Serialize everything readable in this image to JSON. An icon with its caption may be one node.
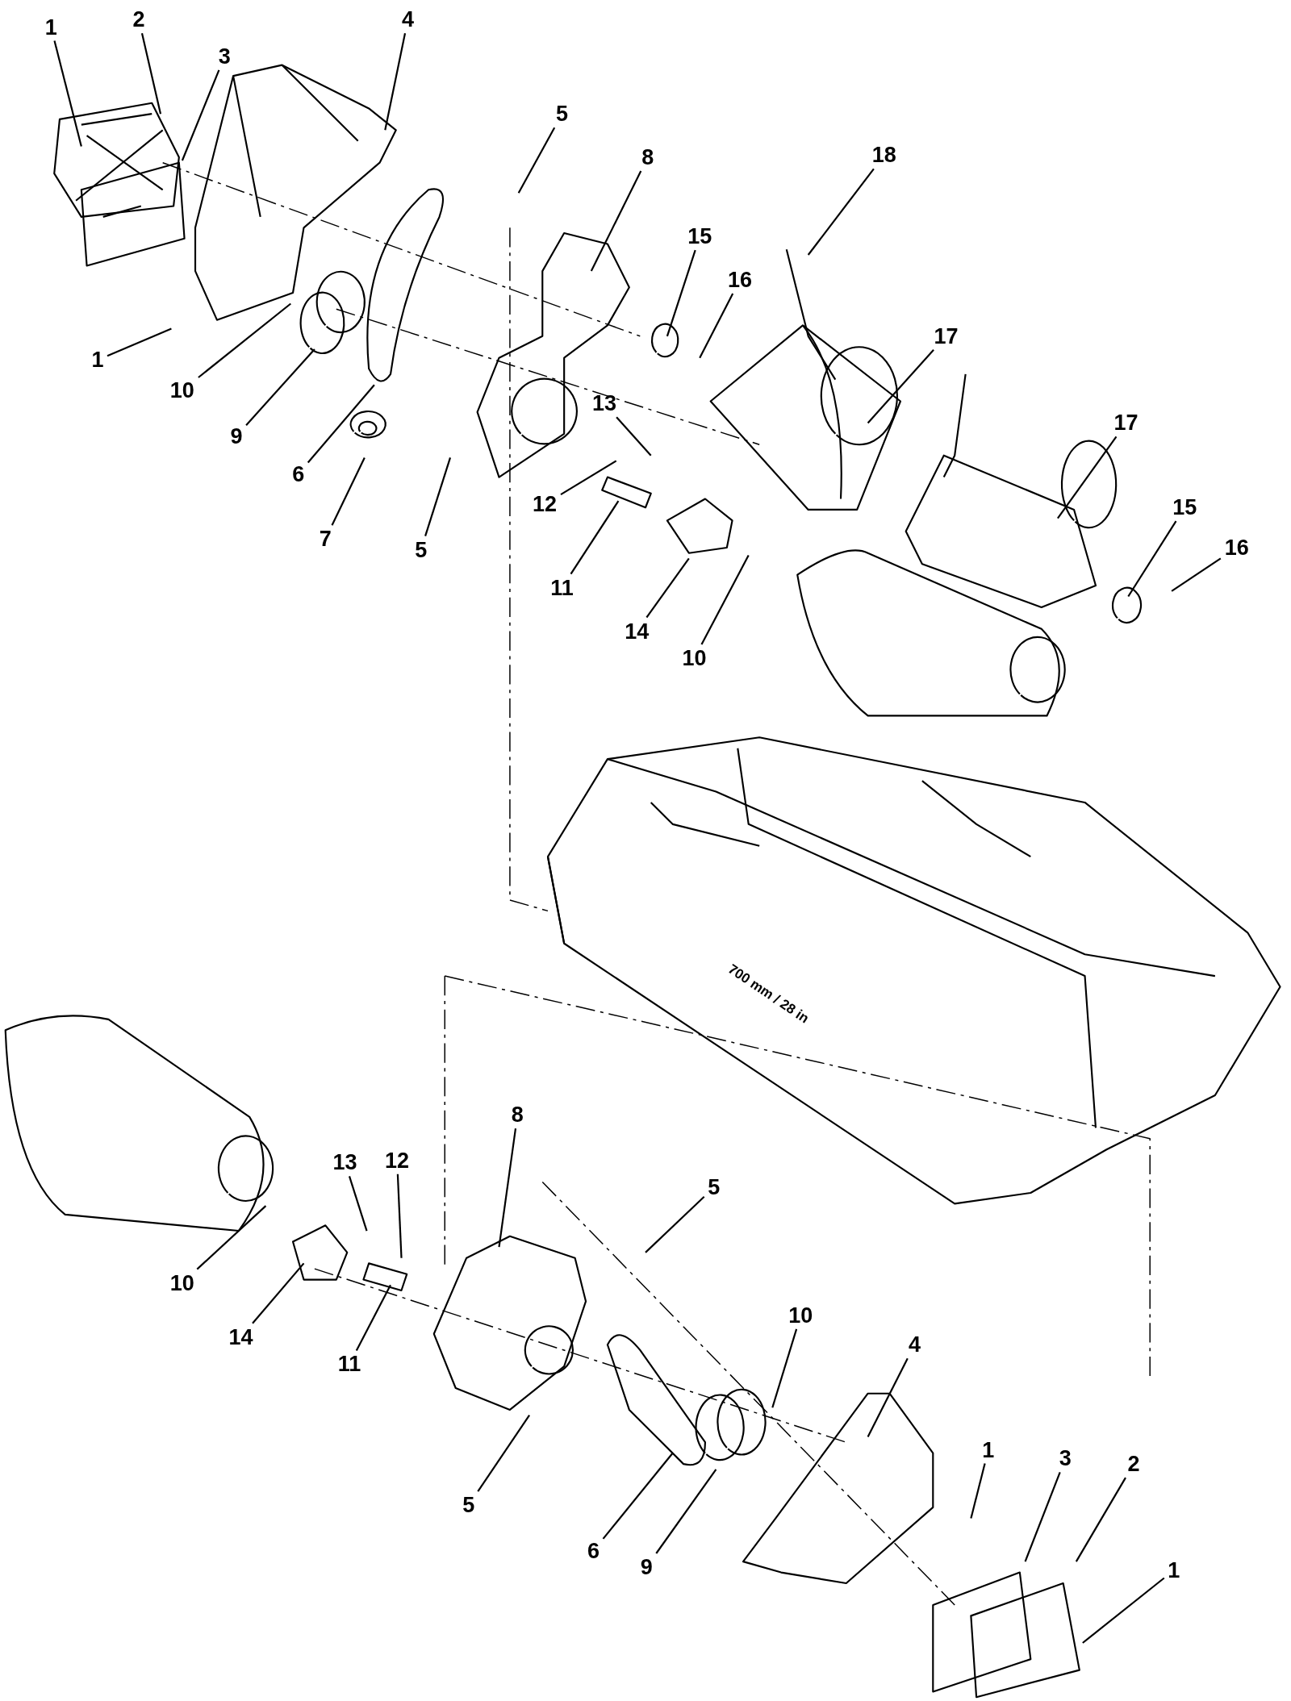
{
  "diagram": {
    "nodes": [
      {
        "text": [
          "1"
        ]
      },
      {
        "text": [
          "2"
        ]
      },
      {
        "text": [
          "3"
        ]
      },
      {
        "text": [
          "4"
        ]
      },
      {
        "text": [
          "5"
        ]
      },
      {
        "text": [
          "8"
        ]
      },
      {
        "text": [
          "18"
        ]
      },
      {
        "text": [
          "15"
        ]
      },
      {
        "text": [
          "16"
        ]
      },
      {
        "text": [
          "17"
        ]
      },
      {
        "text": [
          "1"
        ]
      },
      {
        "text": [
          "10"
        ]
      },
      {
        "text": [
          "9"
        ]
      },
      {
        "text": [
          "6"
        ]
      },
      {
        "text": [
          "13"
        ]
      },
      {
        "text": [
          "17"
        ]
      },
      {
        "text": [
          "12"
        ]
      },
      {
        "text": [
          "7"
        ]
      },
      {
        "text": [
          "5"
        ]
      },
      {
        "text": [
          "15"
        ]
      },
      {
        "text": [
          "16"
        ]
      },
      {
        "text": [
          "11"
        ]
      },
      {
        "text": [
          "14"
        ]
      },
      {
        "text": [
          "10"
        ]
      },
      {
        "text": [
          "8"
        ]
      },
      {
        "text": [
          "13"
        ]
      },
      {
        "text": [
          "12"
        ]
      },
      {
        "text": [
          "5"
        ]
      },
      {
        "text": [
          "10"
        ]
      },
      {
        "text": [
          "14"
        ]
      },
      {
        "text": [
          "11"
        ]
      },
      {
        "text": [
          "10"
        ]
      },
      {
        "text": [
          "4"
        ]
      },
      {
        "text": [
          "1"
        ]
      },
      {
        "text": [
          "3"
        ]
      },
      {
        "text": [
          "2"
        ]
      },
      {
        "text": [
          "5"
        ]
      },
      {
        "text": [
          "6"
        ]
      },
      {
        "text": [
          "9"
        ]
      },
      {
        "text": [
          "1"
        ]
      }
    ],
    "edges": [
      {
        "from": 0,
        "to": null,
        "arrow": "none"
      },
      {
        "from": 1,
        "to": null,
        "arrow": "none"
      },
      {
        "from": 2,
        "to": null,
        "arrow": "none"
      },
      {
        "from": 3,
        "to": null,
        "arrow": "none"
      },
      {
        "from": 4,
        "to": null,
        "arrow": "none"
      },
      {
        "from": 5,
        "to": null,
        "arrow": "none"
      },
      {
        "from": 6,
        "to": null,
        "arrow": "none"
      },
      {
        "from": 7,
        "to": null,
        "arrow": "none"
      },
      {
        "from": 8,
        "to": null,
        "arrow": "none"
      },
      {
        "from": 9,
        "to": null,
        "arrow": "none"
      },
      {
        "from": 10,
        "to": null,
        "arrow": "none"
      },
      {
        "from": 11,
        "to": null,
        "arrow": "none"
      },
      {
        "from": 12,
        "to": null,
        "arrow": "none"
      },
      {
        "from": 13,
        "to": null,
        "arrow": "none"
      },
      {
        "from": 14,
        "to": null,
        "arrow": "none"
      },
      {
        "from": 15,
        "to": null,
        "arrow": "none"
      },
      {
        "from": 16,
        "to": null,
        "arrow": "none"
      },
      {
        "from": 17,
        "to": null,
        "arrow": "none"
      },
      {
        "from": 18,
        "to": null,
        "arrow": "none"
      },
      {
        "from": 19,
        "to": null,
        "arrow": "none"
      },
      {
        "from": 20,
        "to": null,
        "arrow": "none"
      },
      {
        "from": 21,
        "to": null,
        "arrow": "none"
      },
      {
        "from": 22,
        "to": null,
        "arrow": "none"
      },
      {
        "from": 23,
        "to": null,
        "arrow": "none"
      },
      {
        "from": 24,
        "to": null,
        "arrow": "none"
      },
      {
        "from": 25,
        "to": null,
        "arrow": "none"
      },
      {
        "from": 26,
        "to": null,
        "arrow": "none"
      },
      {
        "from": 27,
        "to": null,
        "arrow": "none"
      },
      {
        "from": 28,
        "to": null,
        "arrow": "none"
      },
      {
        "from": 29,
        "to": null,
        "arrow": "none"
      },
      {
        "from": 30,
        "to": null,
        "arrow": "none"
      },
      {
        "from": 31,
        "to": null,
        "arrow": "none"
      },
      {
        "from": 32,
        "to": null,
        "arrow": "none"
      },
      {
        "from": 33,
        "to": null,
        "arrow": "none"
      },
      {
        "from": 34,
        "to": null,
        "arrow": "none"
      },
      {
        "from": 35,
        "to": null,
        "arrow": "none"
      },
      {
        "from": 36,
        "to": null,
        "arrow": "none"
      },
      {
        "from": 37,
        "to": null,
        "arrow": "none"
      },
      {
        "from": 38,
        "to": null,
        "arrow": "none"
      },
      {
        "from": 39,
        "to": null,
        "arrow": "none"
      }
    ],
    "labels": [
      "700 mm / 28 in"
    ]
  }
}
